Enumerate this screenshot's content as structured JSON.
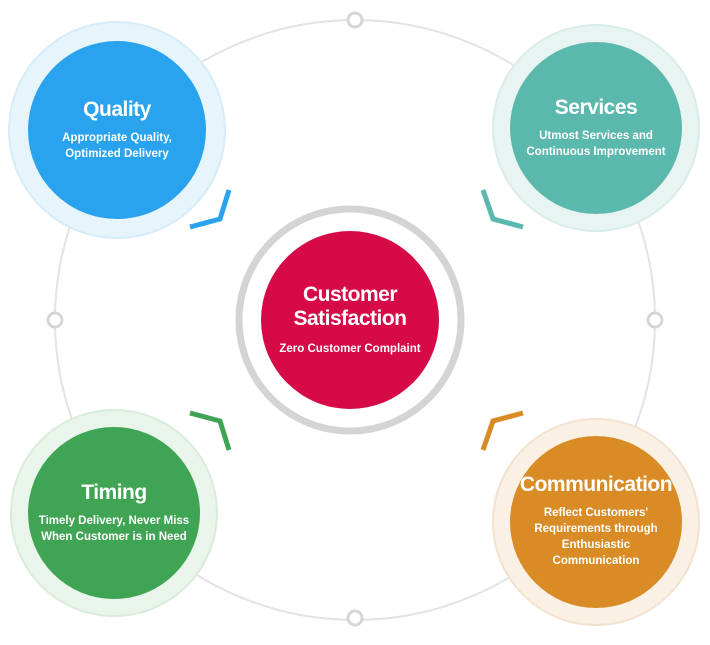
{
  "diagram": {
    "center": {
      "title": "Customer\nSatisfaction",
      "description": "Zero Customer Complaint",
      "color": "#d50a47"
    },
    "nodes": [
      {
        "id": "quality",
        "title": "Quality",
        "description": "Appropriate Quality,\nOptimized Delivery",
        "color": "#2aa3ef",
        "halo": "#e6f4fc"
      },
      {
        "id": "services",
        "title": "Services",
        "description": "Utmost Services and\nContinuous Improvement",
        "color": "#5bb8ac",
        "halo": "#e8f4f2"
      },
      {
        "id": "timing",
        "title": "Timing",
        "description": "Timely Delivery, Never Miss\nWhen Customer is in Need",
        "color": "#3fa453",
        "halo": "#e9f4ea"
      },
      {
        "id": "communication",
        "title": "Communication",
        "description": "Reflect Customers'\nRequirements through\nEnthusiastic\nCommunication",
        "color": "#d98c25",
        "halo": "#fbf0e4"
      }
    ]
  }
}
